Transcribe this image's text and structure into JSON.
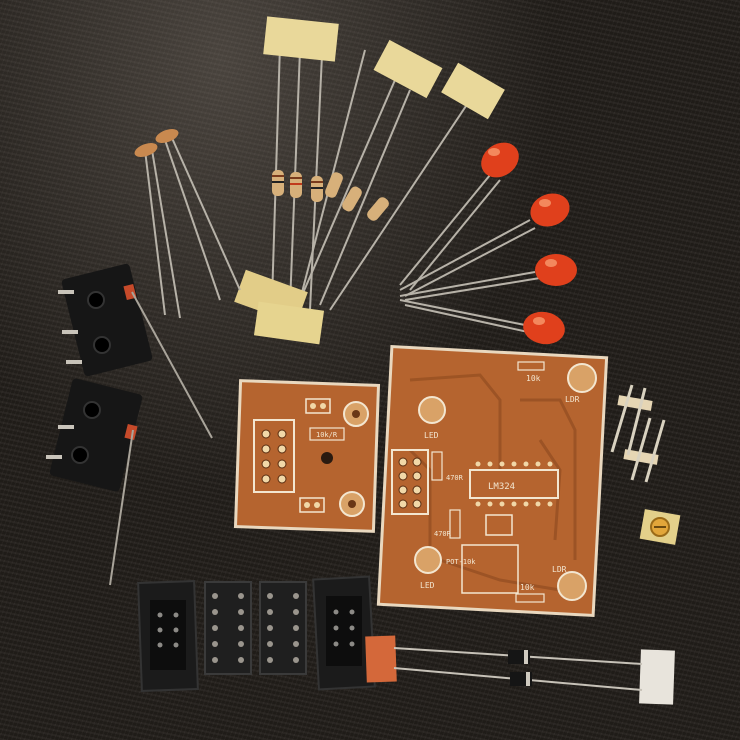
{
  "scene": {
    "description_free": true,
    "colors": {
      "mat": "#24201c",
      "pcb": "#b5642f",
      "pcb_edge": "#e9d8bf",
      "silkscreen": "#f3e6d0",
      "led_red": "#e0401c",
      "resistor_body": "#d7b07a",
      "label_tape": "#e9d89a",
      "switch_body": "#161616",
      "ic_socket": "#1b1b1b"
    },
    "main_board": {
      "labels": {
        "r1": "10k",
        "ldr1": "LDR",
        "led1": "LED",
        "r2": "470R",
        "ic": "LM324",
        "r3": "470R",
        "pot": "POT-10k",
        "led2": "LED",
        "r4": "10k",
        "ldr2": "LDR"
      }
    },
    "small_board": {
      "labels": {
        "r1": "10k/R"
      }
    },
    "counts": {
      "resistors": 6,
      "ldrs": 2,
      "leds": 4,
      "switches": 2,
      "ic_sockets": 4,
      "diodes": 2,
      "headers": 2,
      "trimpots": 1
    },
    "icons": [
      "pcb-icon",
      "led-icon",
      "resistor-icon",
      "switch-icon",
      "ic-socket-icon",
      "diode-icon"
    ]
  }
}
